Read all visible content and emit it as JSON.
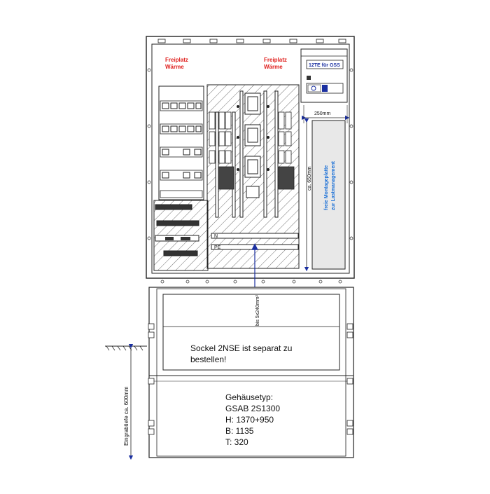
{
  "labels": {
    "freiplatz_left_line1": "Freiplatz",
    "freiplatz_left_line2": "Wärme",
    "freiplatz_right_line1": "Freiplatz",
    "freiplatz_right_line2": "Wärme",
    "meter_display": "12TE für GSS",
    "width_dim": "250mm",
    "height_dim": "ca. 650mm",
    "mounting_plate_line1": "freie Montageplatte",
    "mounting_plate_line2": "zur Lastmanagement",
    "busbar_n": "N",
    "busbar_pe": "PE",
    "cable_dim": "bis 5x240mm²",
    "depth_dim": "Eingrabtiefe ca. 600mm",
    "sockel_line1": "Sockel 2NSE ist separat zu",
    "sockel_line2": "bestellen!",
    "housing_title": "Gehäusetyp:",
    "housing_model": "GSAB 2S1300",
    "housing_h": "H: 1370+950",
    "housing_b": "B: 1135",
    "housing_t": "T: 320"
  },
  "colors": {
    "line": "#222222",
    "red_text": "#e0201e",
    "blue_text": "#1a6fd6",
    "arrow": "#1a2fa0",
    "panel_fill": "#e8e8e8",
    "meter_text": "#1a2fa0"
  },
  "icons": {
    "fuse_switch": "fuse-switch-icon",
    "breaker": "circuit-breaker-icon",
    "arrow": "cable-entry-arrow-icon"
  }
}
